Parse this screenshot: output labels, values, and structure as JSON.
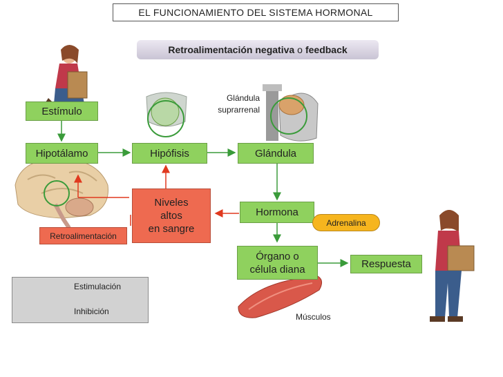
{
  "title": "EL FUNCIONAMIENTO DEL SISTEMA HORMONAL",
  "subtitle": {
    "bold_1": "Retroalimentación negativa",
    "middle": "o",
    "bold_2": "feedback"
  },
  "nodes": {
    "estimulo": "Estímulo",
    "hipotalamo": "Hipotálamo",
    "hipofisis": "Hipófisis",
    "glandula": "Glándula",
    "hormona": "Hormona",
    "organo_line1": "Órgano o",
    "organo_line2": "célula diana",
    "respuesta": "Respuesta",
    "niveles_line1": "Niveles",
    "niveles_line2": "altos",
    "niveles_line3": "en sangre",
    "retroalimentacion": "Retroalimentación",
    "adrenalina": "Adrenalina"
  },
  "labels": {
    "glandula_suprarrenal_1": "Glándula",
    "glandula_suprarrenal_2": "suprarrenal",
    "musculos": "Músculos"
  },
  "legend": {
    "estimulacion": "Estimulación",
    "inhibicion": "Inhibición"
  },
  "colors": {
    "green_box": "#8fd15e",
    "red_box": "#ee6a50",
    "yellow_box": "#f6b51e",
    "green_arrow": "#3a9b3a",
    "red_arrow": "#e0391f"
  }
}
